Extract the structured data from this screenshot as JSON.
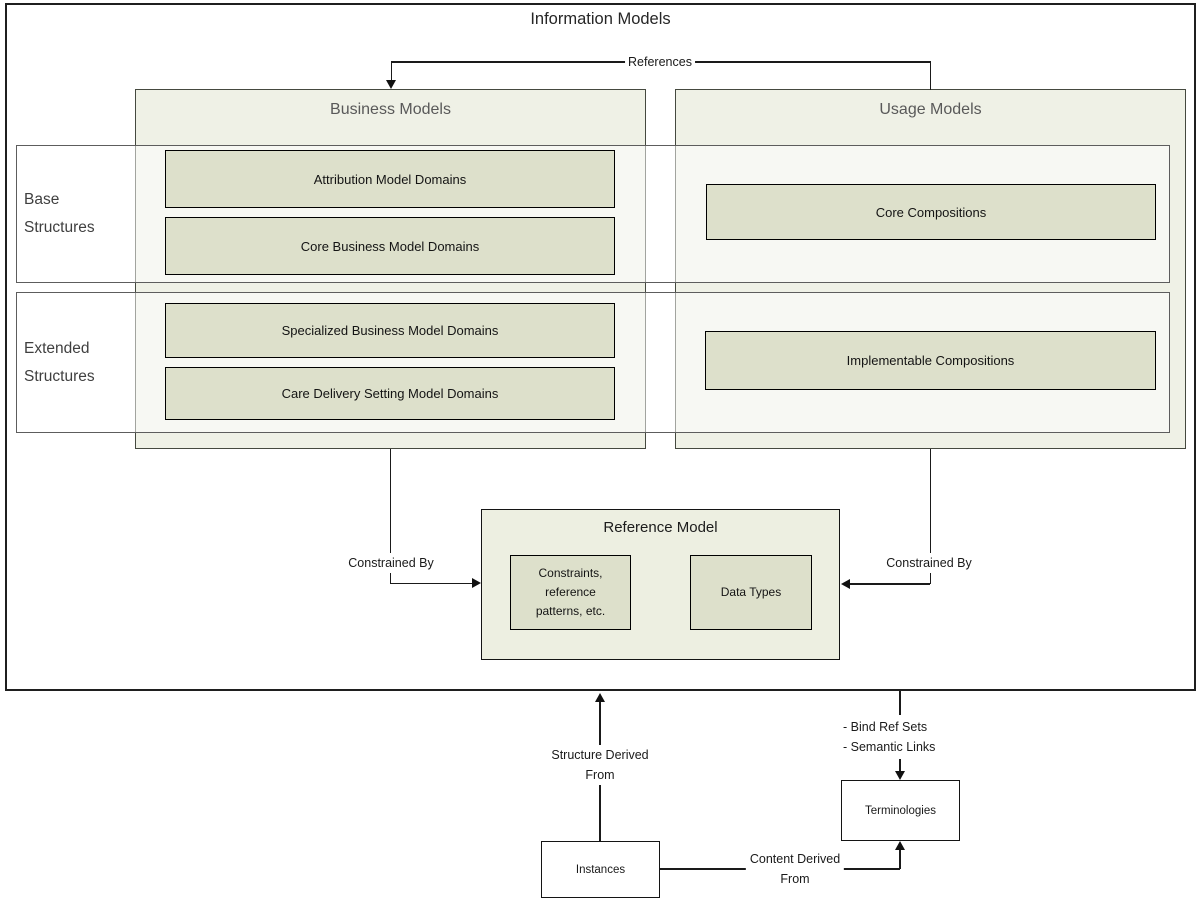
{
  "diagram_title": "Information Models",
  "business_models": {
    "title": "Business Models",
    "attribution": "Attribution Model Domains",
    "core_business": "Core Business Model Domains",
    "specialized": "Specialized Business Model Domains",
    "care_delivery": "Care Delivery Setting Model Domains"
  },
  "usage_models": {
    "title": "Usage Models",
    "core_compositions": "Core Compositions",
    "implementable_compositions": "Implementable Compositions"
  },
  "structure_rows": {
    "base": "Base\nStructures",
    "extended": "Extended\nStructures"
  },
  "reference_model": {
    "title": "Reference Model",
    "constraints": "Constraints,\nreference\npatterns, etc.",
    "data_types": "Data Types"
  },
  "external_nodes": {
    "instances": "Instances",
    "terminologies": "Terminologies"
  },
  "edge_labels": {
    "references": "References",
    "constrained_by_left": "Constrained By",
    "constrained_by_right": "Constrained By",
    "structure_derived_from": "Structure Derived\nFrom",
    "bind_annotations": "- Bind Ref Sets\n- Semantic Links",
    "content_derived_from": "Content Derived\nFrom"
  },
  "colors": {
    "container_fill": "#eff1e6",
    "inner_box_fill": "#dde0cb",
    "reference_model_fill": "#edefe1",
    "line_color": "#1a1a1a"
  }
}
